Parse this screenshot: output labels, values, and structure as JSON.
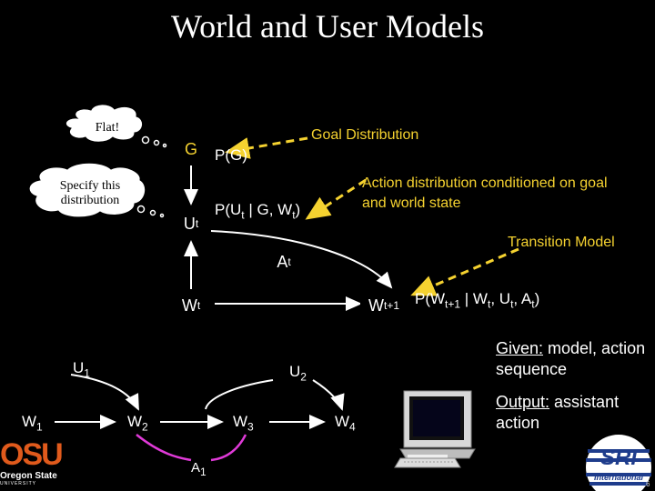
{
  "slide": {
    "title": "World and User Models",
    "clouds": {
      "flat": "Flat!",
      "specify": "Specify this distribution"
    },
    "nodes": {
      "g": "G",
      "ut": "U",
      "at": "A",
      "wt": "W",
      "wt1": "W"
    },
    "subs": {
      "t": "t",
      "t1": "t+1",
      "one": "1",
      "two": "2",
      "three": "3",
      "four": "4"
    },
    "labels": {
      "pg": "P(G)",
      "put_prefix": "P(U",
      "put_mid": " | G, W",
      "put_end": ")",
      "goal_distribution": "Goal Distribution",
      "action_distribution": "Action distribution conditioned on goal and world state",
      "transition_model": "Transition Model",
      "pw_prefix": "P(W",
      "pw_mid1": " |  W",
      "pw_mid2": ",  U",
      "pw_mid3": ",  A",
      "pw_end": ")"
    },
    "sequence": {
      "u": "U",
      "w": "W",
      "a": "A"
    },
    "given_label": "Given:",
    "given_text": " model, action sequence",
    "output_label": "Output:",
    "output_text": " assistant action",
    "logos": {
      "osu_big": "OSU",
      "osu_small": "Oregon State",
      "osu_univ": "UNIVERSITY",
      "sri": "SRI",
      "sri_intl": "International"
    },
    "page_number": "6",
    "colors": {
      "background": "#000000",
      "annotation": "#f5d230",
      "arrow": "#ffffff",
      "pink_arc": "#e03ad8",
      "osu_orange": "#e05a1c",
      "sri_blue": "#1e3c8c"
    }
  }
}
